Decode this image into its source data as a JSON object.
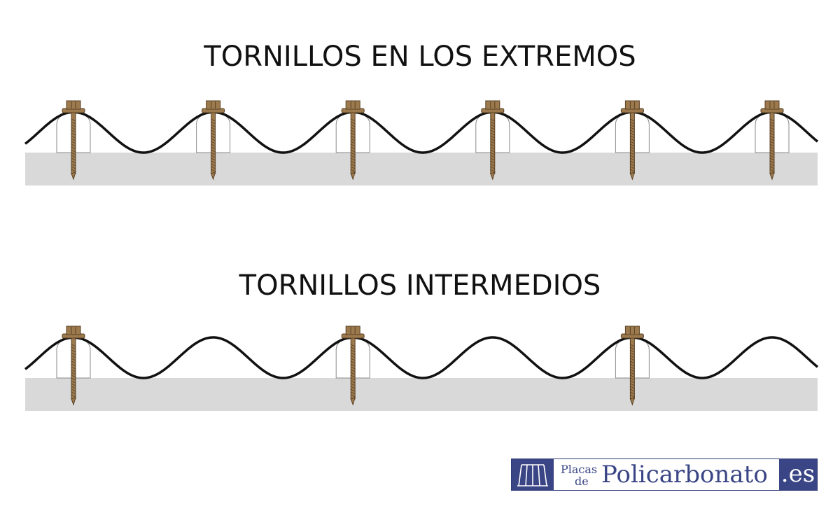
{
  "titles": {
    "top": "TORNILLOS EN LOS EXTREMOS",
    "bottom": "TORNILLOS INTERMEDIOS"
  },
  "diagrams": [
    {
      "screws_on_crests": [
        1,
        2,
        3,
        4,
        5,
        6
      ],
      "crest_count": 6
    },
    {
      "screws_on_crests": [
        1,
        3,
        5
      ],
      "crest_count": 6
    }
  ],
  "colors": {
    "sheet": "#111111",
    "support": "#d9d9d9",
    "screw": "#9c7a4e",
    "screw_dark": "#5a4124",
    "spacer": "#8a8a8a"
  },
  "logo": {
    "placas": "Placas",
    "de": "de",
    "brand": "Policarbonato",
    "tld": ".es",
    "icon": "roof-sheets-icon"
  }
}
